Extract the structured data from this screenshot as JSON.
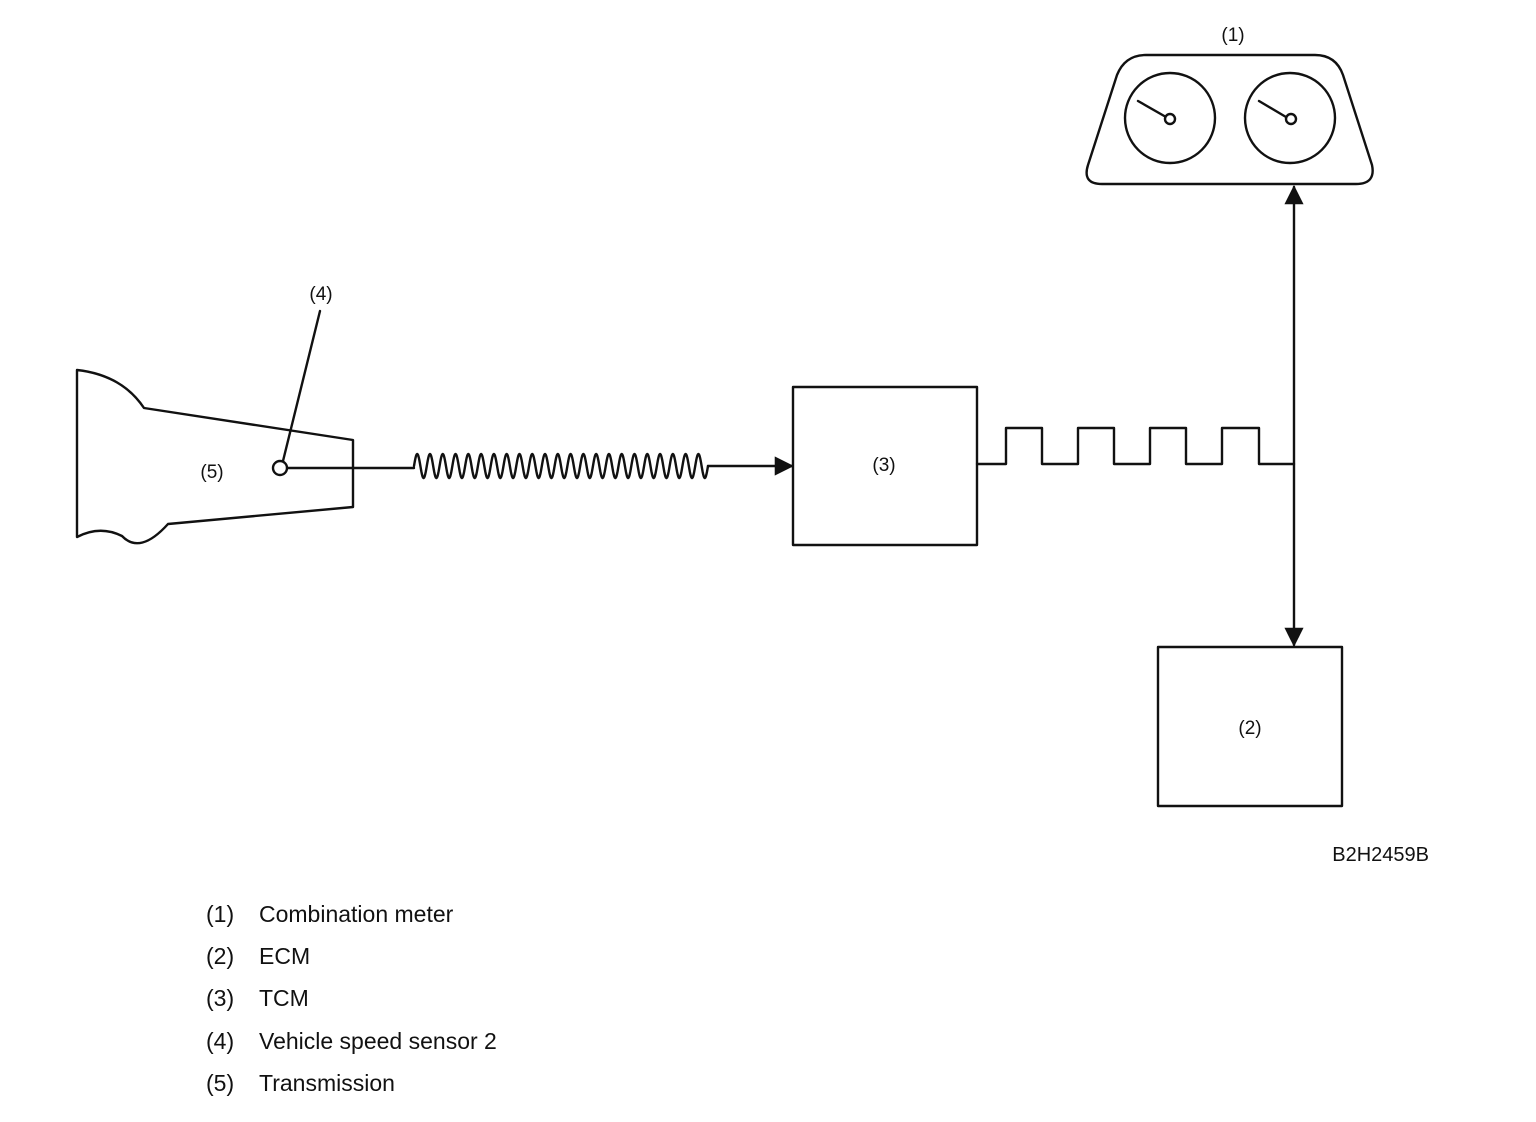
{
  "diagram": {
    "callouts": {
      "c1": "(1)",
      "c2": "(2)",
      "c3": "(3)",
      "c4": "(4)",
      "c5": "(5)"
    },
    "figure_code": "B2H2459B",
    "line_color": "#111111"
  },
  "legend": [
    {
      "num": "(1)",
      "text": "Combination meter"
    },
    {
      "num": "(2)",
      "text": "ECM"
    },
    {
      "num": "(3)",
      "text": "TCM"
    },
    {
      "num": "(4)",
      "text": "Vehicle speed sensor 2"
    },
    {
      "num": "(5)",
      "text": "Transmission"
    }
  ]
}
